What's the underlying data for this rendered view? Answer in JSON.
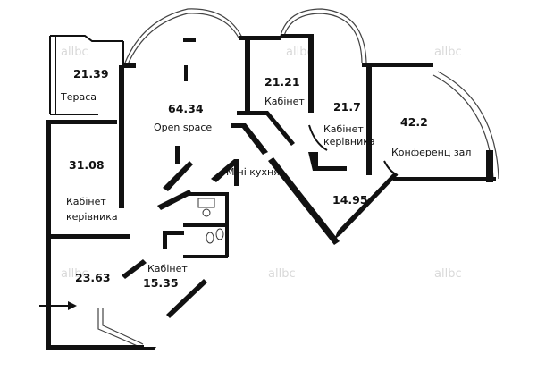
{
  "rooms": [
    {
      "id": "terrace",
      "area": "21.39",
      "name": "Тераса"
    },
    {
      "id": "open-space",
      "area": "64.34",
      "name": "Open space"
    },
    {
      "id": "office-1",
      "area": "21.21",
      "name": "Кабінет"
    },
    {
      "id": "head-office-1",
      "area": "21.7",
      "name": "Кабінет керівника"
    },
    {
      "id": "conference",
      "area": "42.2",
      "name": "Конференц зал"
    },
    {
      "id": "head-office-2",
      "area": "31.08",
      "name": "Кабінет керівника"
    },
    {
      "id": "kitchen",
      "area": "",
      "name": "Міні кухня"
    },
    {
      "id": "hall",
      "area": "14.95",
      "name": ""
    },
    {
      "id": "entrance",
      "area": "23.63",
      "name": ""
    },
    {
      "id": "office-2",
      "area": "15.35",
      "name": "Кабінет"
    }
  ],
  "watermark": "allbc"
}
